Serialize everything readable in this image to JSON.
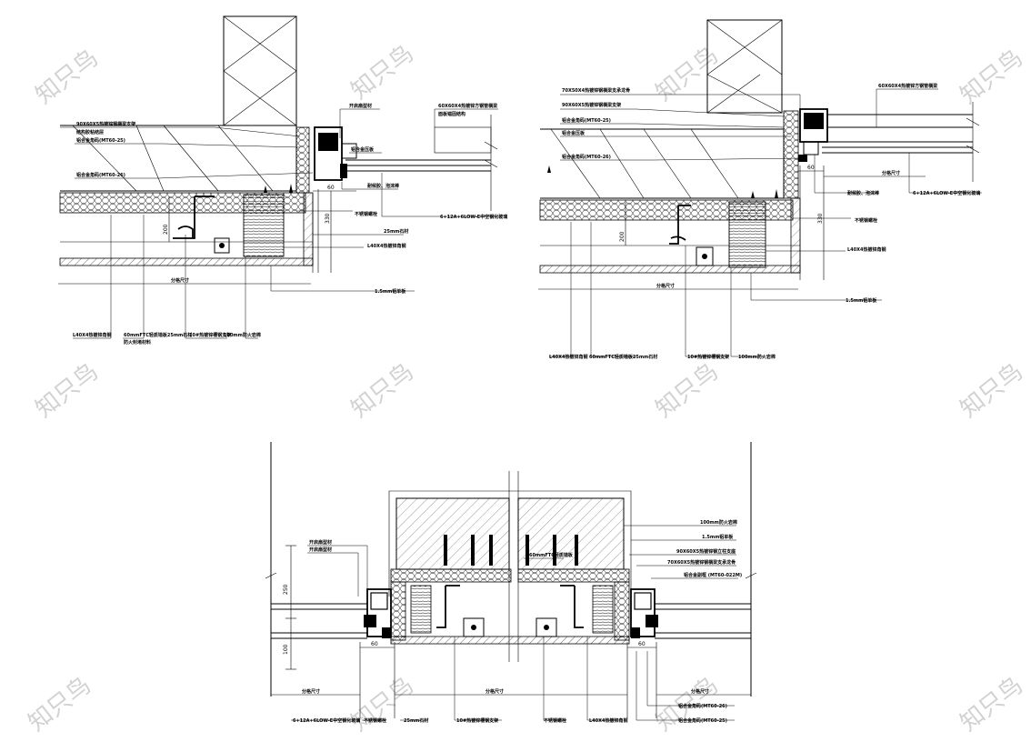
{
  "watermark": "知只鸟",
  "details": {
    "top_left": {
      "labels": {
        "open_sash": "开启扇型材",
        "tube_60": "60X60X4热镀锌方钢管横梁",
        "tube_60b": "面板锚固结构",
        "tube_90": "90X60X5热镀锌钢横梁支架",
        "tube_90b": "结构胶粘结层",
        "alu_angle_1": "铝合金角码(MT60-25)",
        "pressure_plate": "铝合金压板",
        "alu_angle_2": "铝合金角码(MT60-26)",
        "sealant": "耐候胶、泡沫棒",
        "glass": "6+12A+6LOW-E中空钢化玻璃",
        "ss_bolt": "不锈钢螺栓",
        "stone_25": "25mm石材",
        "steel_l40": "L40X4热镀锌角钢",
        "dividing": "分格尺寸",
        "alu_panel": "1.5mm铝单板",
        "steel_angle_bl": "L40X4热镀锌角钢",
        "ftc_60": "60mmFTC轻质墙板25mm石材",
        "ftc_60b": "防火封堵材料",
        "channel_10": "10#热镀锌槽钢支架",
        "rock_wool": "100mm防火岩棉"
      },
      "dims": {
        "d200": "200",
        "d330": "330",
        "d60": "60"
      }
    },
    "top_right": {
      "labels": {
        "tube_70": "70X50X4热镀锌钢横梁支承龙骨",
        "tube_90": "90X60X5热镀锌钢横梁支架",
        "alu_angle_1": "铝合金角码(MT60-25)",
        "pressure_plate": "铝合金压板",
        "alu_angle_2": "铝合金角码(MT60-26)",
        "tube_60": "60X60X4热镀锌方钢管横梁",
        "dividing_a": "分格尺寸",
        "sealant": "耐候胶、泡沫棒",
        "glass": "6+12A+6LOW-E中空钢化玻璃",
        "ss_bolt": "不锈钢螺栓",
        "steel_l40": "L40X4热镀锌角钢",
        "dividing_b": "分格尺寸",
        "alu_panel": "1.5mm铝单板",
        "steel_angle_bl": "L40X4热镀锌角钢",
        "ftc_60": "60mmFTC轻质墙板25mm石材",
        "channel_10": "10#热镀锌槽钢支架",
        "rock_wool": "100mm防火岩棉"
      },
      "dims": {
        "d200": "200",
        "d330": "330",
        "d60": "60"
      }
    },
    "bottom": {
      "labels": {
        "open_sash": "开启扇型材",
        "open_sash_b": "开启扇型材",
        "ftc_60": "60mmFTC轻质墙板",
        "rock_wool": "100mm防火岩棉",
        "alu_panel": "1.5mm铝单板",
        "tube_90": "90X60X5热镀锌钢立柱支座",
        "tube_70": "70X60X5热镀锌钢横梁支承龙骨",
        "alu_clip": "铝合金副框 (MT60-022M)",
        "dividing_l": "分格尺寸",
        "dividing_c": "分格尺寸",
        "dividing_r": "分格尺寸",
        "alu_angle_26": "铝合金角码(MT60-26)",
        "alu_angle_25": "铝合金角码(MT60-25)",
        "glass": "6+12A+6LOW-E中空钢化玻璃",
        "ss_bolt_l": "不锈钢螺栓",
        "stone_25": "25mm石材",
        "channel_10": "10#热镀锌槽钢支架",
        "ss_bolt_c": "不锈钢螺栓",
        "steel_l40": "L40X4热镀锌角钢"
      },
      "dims": {
        "d250": "250",
        "d100": "100",
        "d60a": "60",
        "d60b": "60"
      }
    }
  }
}
